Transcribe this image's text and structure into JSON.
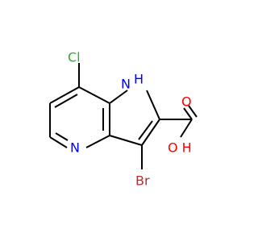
{
  "molecule": {
    "atoms": {
      "cl": {
        "label": "Cl",
        "color": "#33aa33"
      },
      "nh": {
        "label": "H",
        "color": "#0000ff"
      },
      "oh": {
        "label": "O H",
        "color": "#ff0000"
      },
      "o": {
        "label": "O",
        "color": "#ff0000"
      },
      "n_ring": {
        "label": "N",
        "color": "#0000ff"
      },
      "br": {
        "label": "Br",
        "color": "#aa3333"
      }
    }
  }
}
